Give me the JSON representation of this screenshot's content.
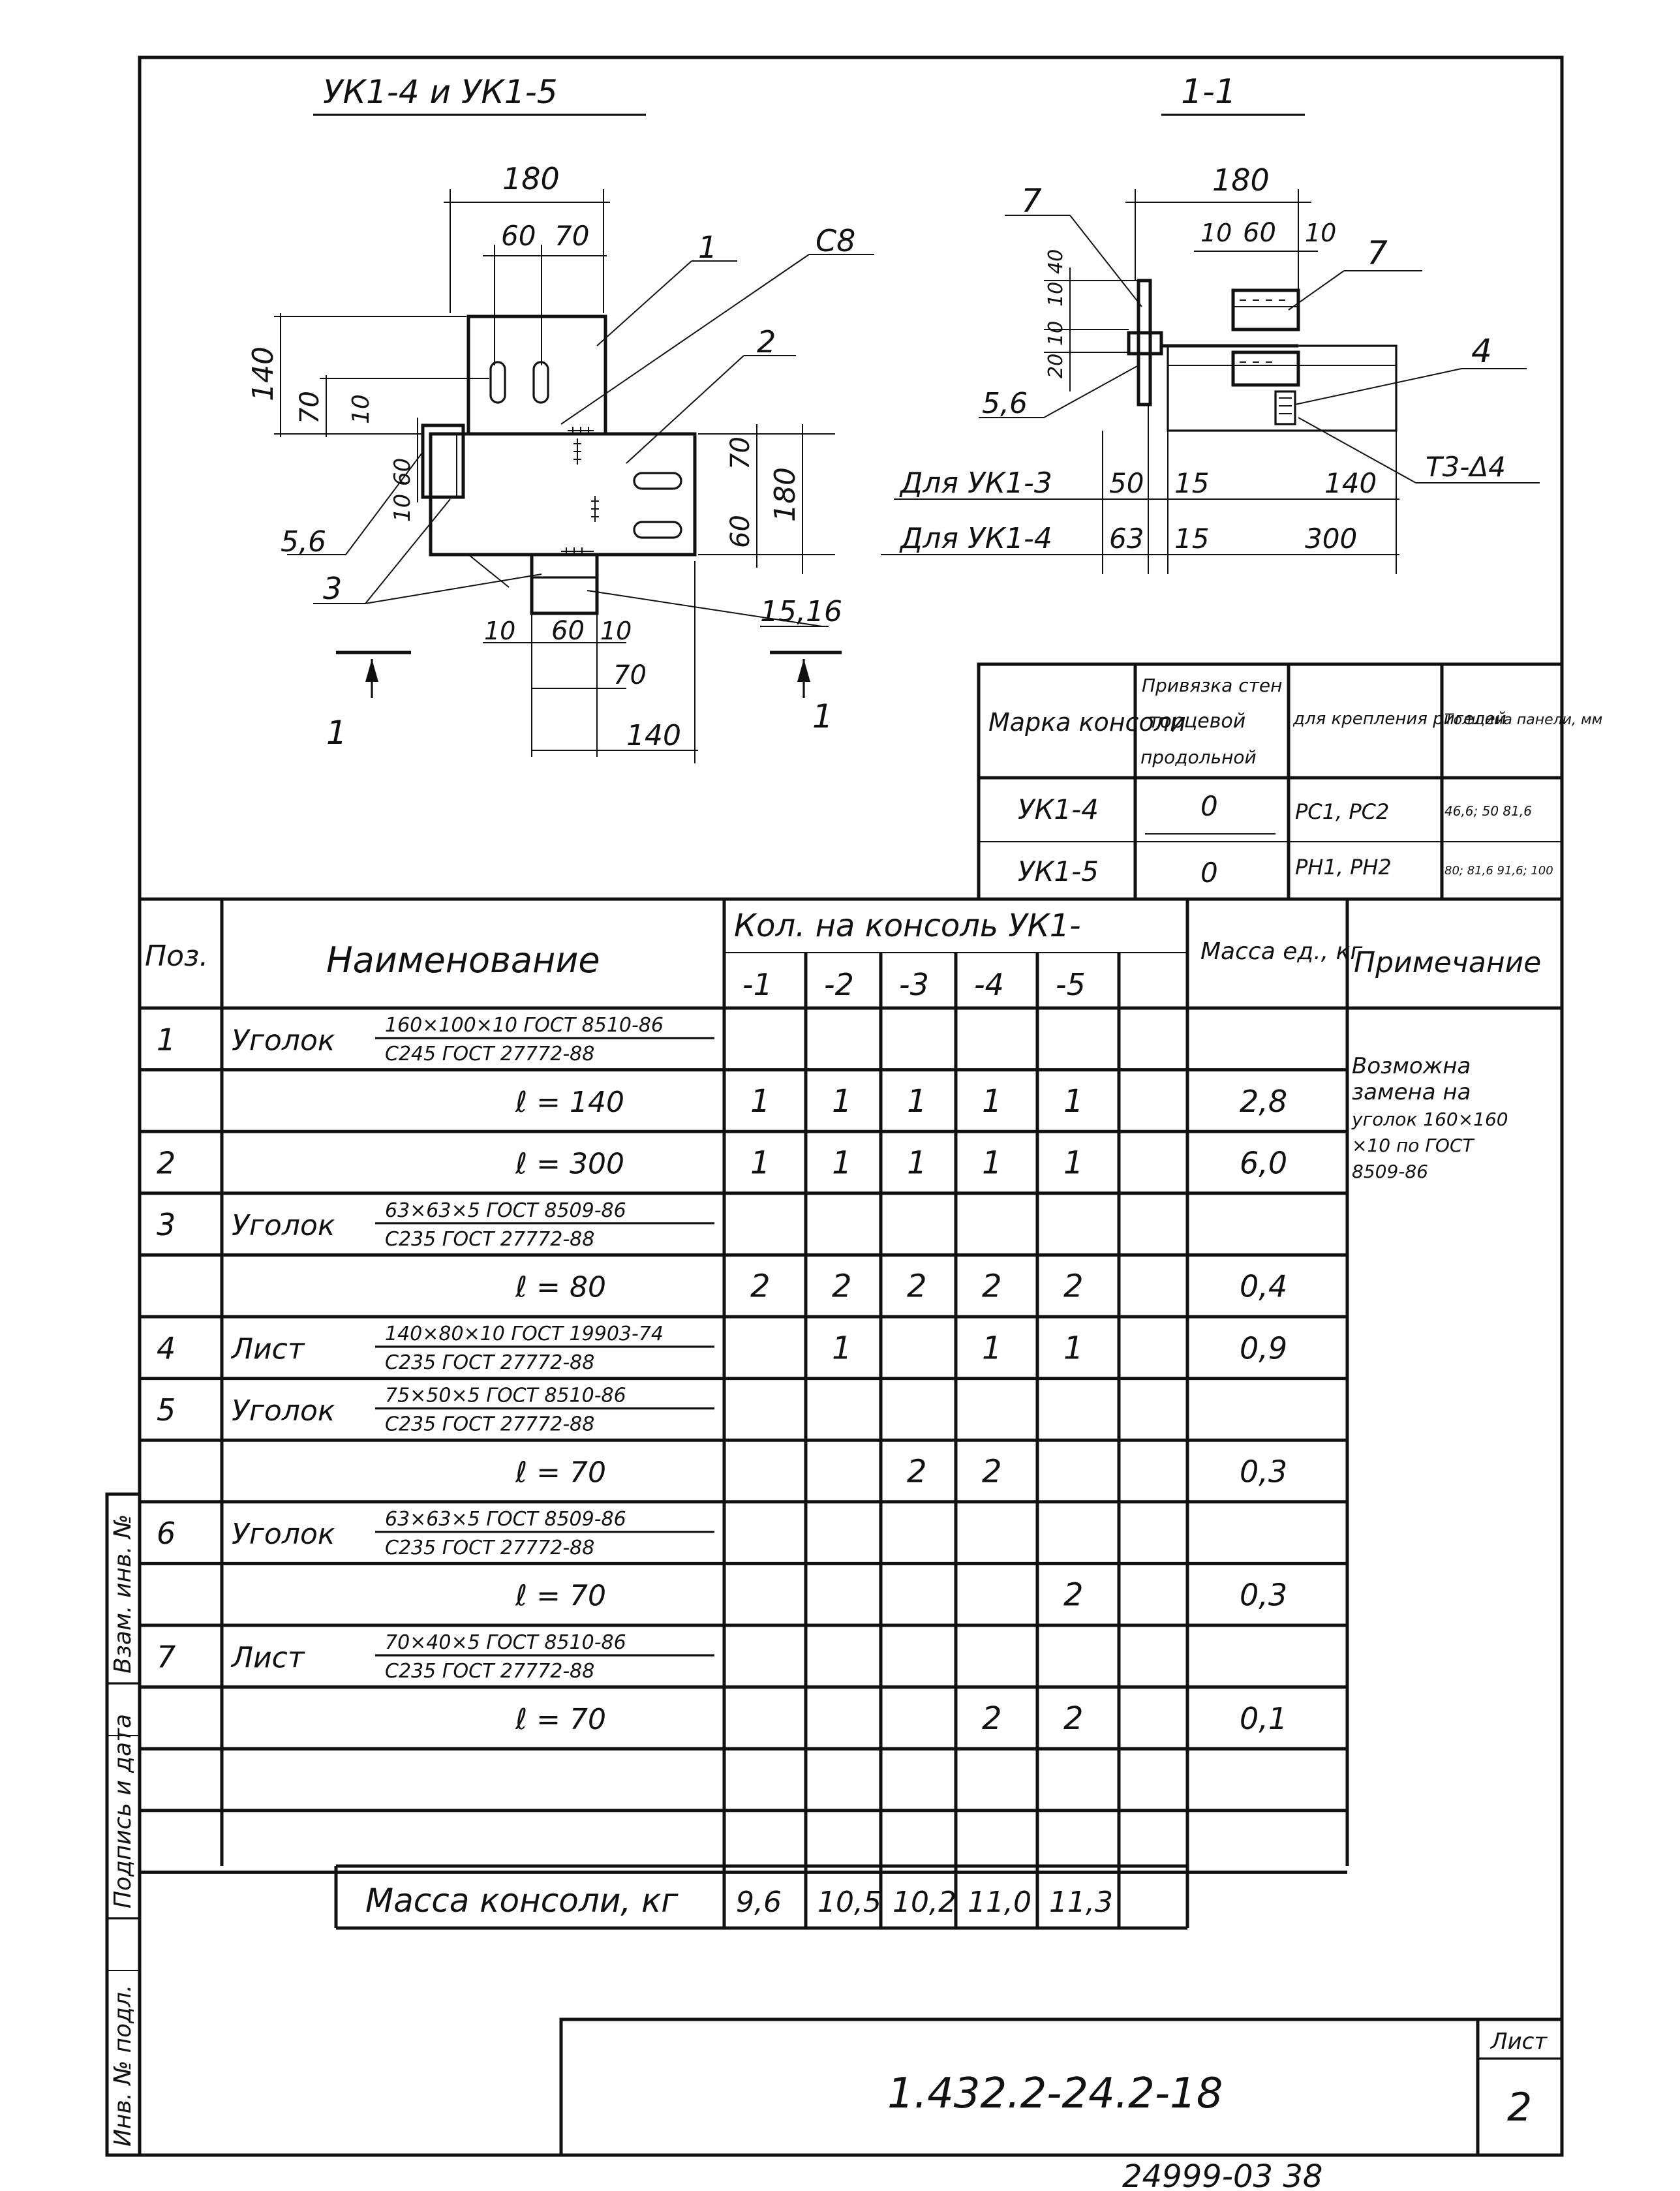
{
  "views": {
    "plan_title": "УК1-4 и УК1-5",
    "section_title": "1-1",
    "plan_dims": [
      "180",
      "60",
      "70",
      "140",
      "70",
      "10",
      "10",
      "60",
      "70",
      "60",
      "180",
      "10",
      "60",
      "10",
      "70",
      "140"
    ],
    "plan_labels": [
      "1",
      "С8",
      "2",
      "5,6",
      "3",
      "15,16",
      "1",
      "1"
    ],
    "section_dims": [
      "180",
      "10",
      "60",
      "10",
      "10",
      "40",
      "20",
      "10",
      "5,6"
    ],
    "section_labels": [
      "7",
      "7",
      "4",
      "Т3-Δ4"
    ],
    "rows": [
      {
        "label": "Для УК1-3",
        "a": "50",
        "b": "15",
        "c": "140"
      },
      {
        "label": "Для УК1-4",
        "a": "63",
        "b": "15",
        "c": "300"
      }
    ]
  },
  "mark_table": {
    "h_mark": "Марка консоли",
    "h_bind_top": "Привязка стен",
    "h_bind_mid": "торцевой",
    "h_bind_bot": "продольной",
    "h_for": "для крепления ригелей",
    "h_thick": "Толщина панели, мм",
    "rows": [
      {
        "mark": "УК1-4",
        "bind": "0",
        "rig": "РС1, РС2",
        "thick": "46,6; 50 81,6"
      },
      {
        "mark": "УК1-5",
        "bind": "0",
        "rig": "РН1, РН2",
        "thick": "80; 81,6 91,6; 100"
      }
    ]
  },
  "spec": {
    "h_pos": "Поз.",
    "h_name": "Наименование",
    "h_qty": "Кол. на консоль УК1-",
    "h_cols": [
      "-1",
      "-2",
      "-3",
      "-4",
      "-5"
    ],
    "h_mass": "Масса ед., кг",
    "h_note": "Примечание",
    "rows": [
      {
        "pos": "1",
        "name": "Уголок",
        "num": "160×100×10 ГОСТ 8510-86",
        "den": "С245 ГОСТ 27772-88",
        "q": [
          "",
          "",
          "",
          "",
          ""
        ],
        "mass": ""
      },
      {
        "pos": "",
        "name": "",
        "len": "ℓ = 140",
        "q": [
          "1",
          "1",
          "1",
          "1",
          "1"
        ],
        "mass": "2,8"
      },
      {
        "pos": "2",
        "name": "",
        "len": "ℓ = 300",
        "q": [
          "1",
          "1",
          "1",
          "1",
          "1"
        ],
        "mass": "6,0"
      },
      {
        "pos": "3",
        "name": "Уголок",
        "num": "63×63×5 ГОСТ 8509-86",
        "den": "С235 ГОСТ 27772-88",
        "q": [
          "",
          "",
          "",
          "",
          ""
        ],
        "mass": ""
      },
      {
        "pos": "",
        "name": "",
        "len": "ℓ = 80",
        "q": [
          "2",
          "2",
          "2",
          "2",
          "2"
        ],
        "mass": "0,4"
      },
      {
        "pos": "4",
        "name": "Лист",
        "num": "140×80×10 ГОСТ 19903-74",
        "den": "С235 ГОСТ 27772-88",
        "q": [
          "",
          "1",
          "",
          "1",
          "1"
        ],
        "mass": "0,9"
      },
      {
        "pos": "5",
        "name": "Уголок",
        "num": "75×50×5 ГОСТ 8510-86",
        "den": "С235 ГОСТ 27772-88",
        "q": [
          "",
          "",
          "",
          "",
          ""
        ],
        "mass": ""
      },
      {
        "pos": "",
        "name": "",
        "len": "ℓ = 70",
        "q": [
          "",
          "",
          "2",
          "2",
          ""
        ],
        "mass": "0,3"
      },
      {
        "pos": "6",
        "name": "Уголок",
        "num": "63×63×5 ГОСТ 8509-86",
        "den": "С235 ГОСТ 27772-88",
        "q": [
          "",
          "",
          "",
          "",
          ""
        ],
        "mass": ""
      },
      {
        "pos": "",
        "name": "",
        "len": "ℓ = 70",
        "q": [
          "",
          "",
          "",
          "",
          "2"
        ],
        "mass": "0,3"
      },
      {
        "pos": "7",
        "name": "Лист",
        "num": "70×40×5 ГОСТ 8510-86",
        "den": "С235 ГОСТ 27772-88",
        "q": [
          "",
          "",
          "",
          "",
          ""
        ],
        "mass": ""
      },
      {
        "pos": "",
        "name": "",
        "len": "ℓ = 70",
        "q": [
          "",
          "",
          "",
          "2",
          "2"
        ],
        "mass": "0,1"
      },
      {
        "pos": "",
        "name": "",
        "len": "",
        "q": [
          "",
          "",
          "",
          "",
          ""
        ],
        "mass": ""
      },
      {
        "pos": "",
        "name": "",
        "len": "",
        "q": [
          "",
          "",
          "",
          "",
          ""
        ],
        "mass": ""
      }
    ],
    "note_lines": [
      "Возможна",
      "замена на",
      "уголок 160×160",
      "×10 по ГОСТ",
      "8509-86"
    ],
    "total_label": "Масса консоли, кг",
    "totals": [
      "9,6",
      "10,5",
      "10,2",
      "11,0",
      "11,3"
    ]
  },
  "side_stamp": [
    "Инв. № подл.",
    "Подпись и дата",
    "Взам. инв. №"
  ],
  "title_block": {
    "code": "1.432.2-24.2-18",
    "sheet_label": "Лист",
    "sheet": "2"
  },
  "footer": "24999-03 38"
}
